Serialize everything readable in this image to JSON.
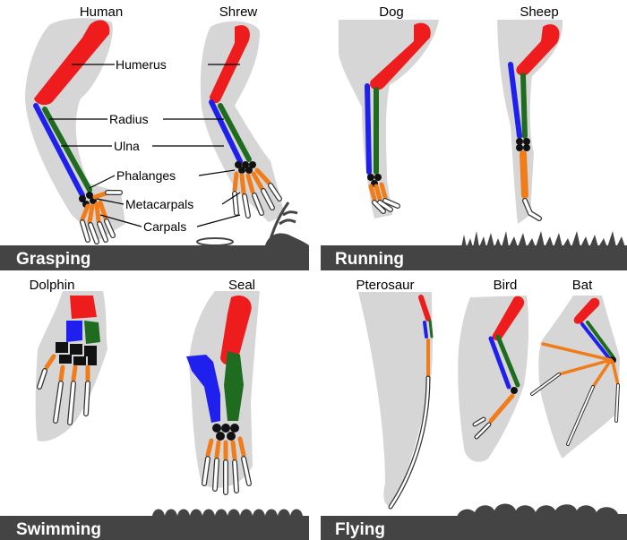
{
  "panels": {
    "grasping": {
      "title": "Grasping",
      "animals": [
        "Human",
        "Shrew"
      ]
    },
    "running": {
      "title": "Running",
      "animals": [
        "Dog",
        "Sheep"
      ]
    },
    "swimming": {
      "title": "Swimming",
      "animals": [
        "Dolphin",
        "Seal"
      ]
    },
    "flying": {
      "title": "Flying",
      "animals": [
        "Pterosaur",
        "Bird",
        "Bat"
      ]
    }
  },
  "bone_labels": [
    "Humerus",
    "Radius",
    "Ulna",
    "Phalanges",
    "Metacarpals",
    "Carpals"
  ],
  "colors": {
    "humerus": "#ee1c1c",
    "radius": "#1f6b1f",
    "ulna": "#2020ee",
    "metacarpals": "#f07c1a",
    "carpals": "#111111",
    "phalanges": "#ffffff",
    "flesh": "#d6d6d6",
    "ground": "#444444"
  }
}
